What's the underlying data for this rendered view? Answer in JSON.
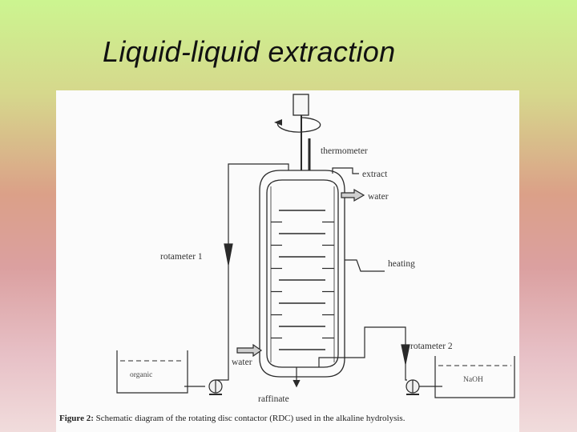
{
  "slide": {
    "title": "Liquid-liquid extraction"
  },
  "diagram": {
    "labels": {
      "thermometer": "thermometer",
      "extract": "extract",
      "water_out": "water",
      "rotameter1": "rotameter 1",
      "heating": "heating",
      "rotameter2": "rotameter 2",
      "water_in": "water",
      "organic": "organic",
      "naoh": "NaOH",
      "raffinate": "raffinate"
    },
    "caption": {
      "label": "Figure 2:",
      "text": "Schematic diagram of the rotating disc contactor (RDC) used in the alkaline hydrolysis."
    }
  }
}
